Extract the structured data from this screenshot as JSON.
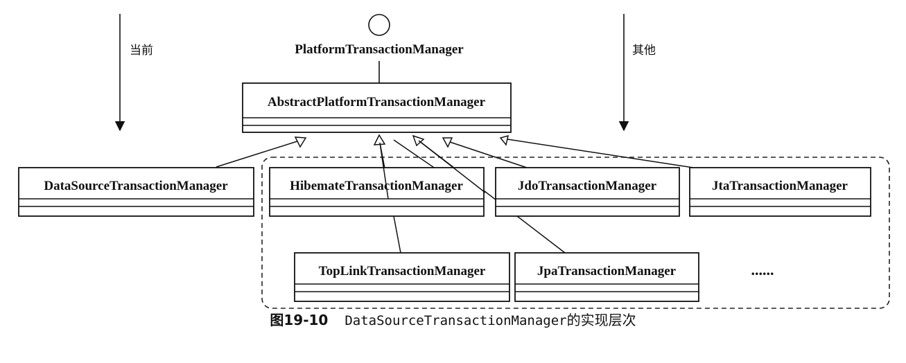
{
  "interface": {
    "name": "PlatformTransactionManager"
  },
  "abstract_class": {
    "name": "AbstractPlatformTransactionManager"
  },
  "labels": {
    "current": "当前",
    "other": "其他"
  },
  "classes": {
    "datasource": "DataSourceTransactionManager",
    "hibernate": "HibemateTransactionManager",
    "jdo": "JdoTransactionManager",
    "jta": "JtaTransactionManager",
    "toplink": "TopLinkTransactionManager",
    "jpa": "JpaTransactionManager"
  },
  "more": "......",
  "caption": {
    "figure": "图19-10",
    "code": "DataSourceTransactionManager",
    "rest": "的实现层次"
  }
}
